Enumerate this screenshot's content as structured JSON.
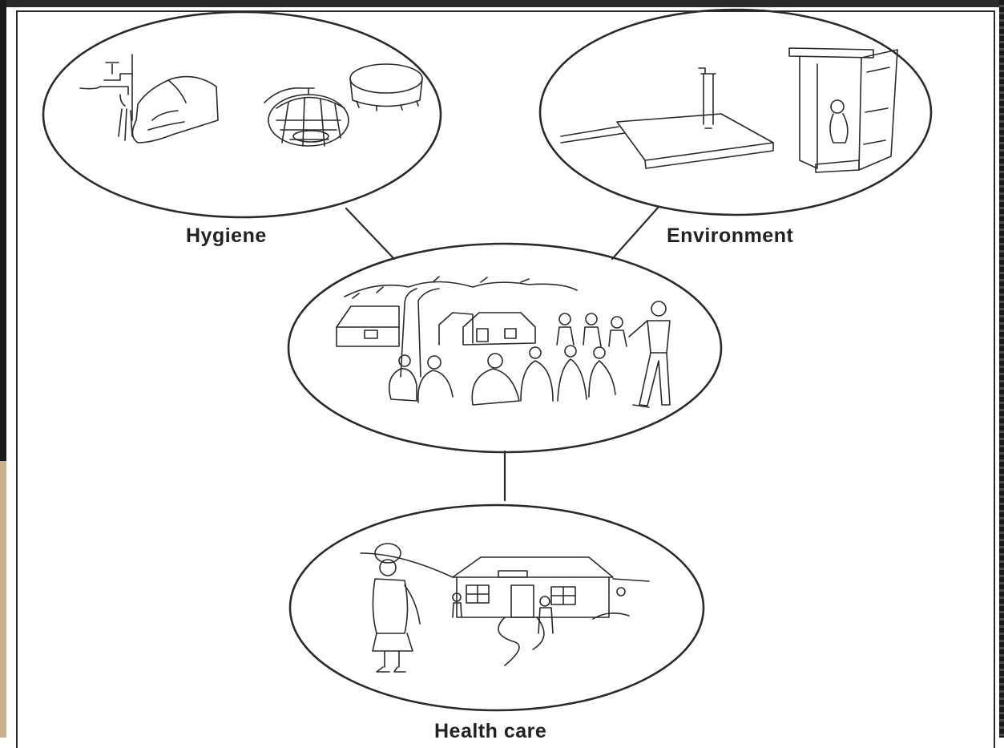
{
  "diagram": {
    "nodes": [
      {
        "id": "hygiene",
        "label": "Hygiene"
      },
      {
        "id": "environment",
        "label": "Environment"
      },
      {
        "id": "community",
        "label": ""
      },
      {
        "id": "health_care",
        "label": "Health care"
      }
    ],
    "edges": [
      {
        "from": "hygiene",
        "to": "community"
      },
      {
        "from": "environment",
        "to": "community"
      },
      {
        "from": "community",
        "to": "health_care"
      }
    ]
  }
}
